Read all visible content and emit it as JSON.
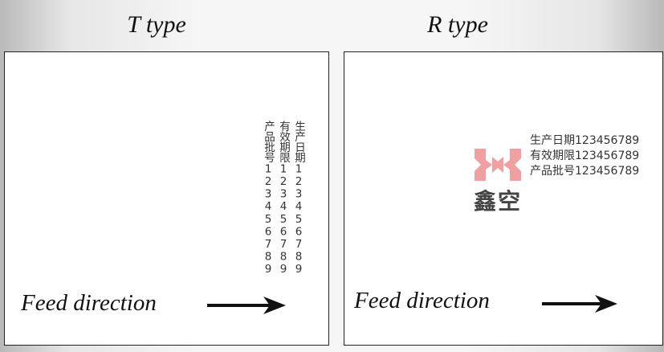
{
  "left_panel": {
    "title": "T type",
    "print_lines": [
      "生产日期123456789",
      "有效期限123456789",
      "产品批号123456789"
    ],
    "feed_label": "Feed direction",
    "arrow_icon": "right-arrow-icon"
  },
  "right_panel": {
    "title": "R type",
    "print_lines": [
      "生产日期123456789",
      "有效期限123456789",
      "产品批号123456789"
    ],
    "logo_text": "鑫空",
    "feed_label": "Feed direction",
    "arrow_icon": "right-arrow-icon"
  },
  "colors": {
    "logo_red": "#f0a0a0",
    "logo_gray": "#444444",
    "text": "#111111"
  }
}
